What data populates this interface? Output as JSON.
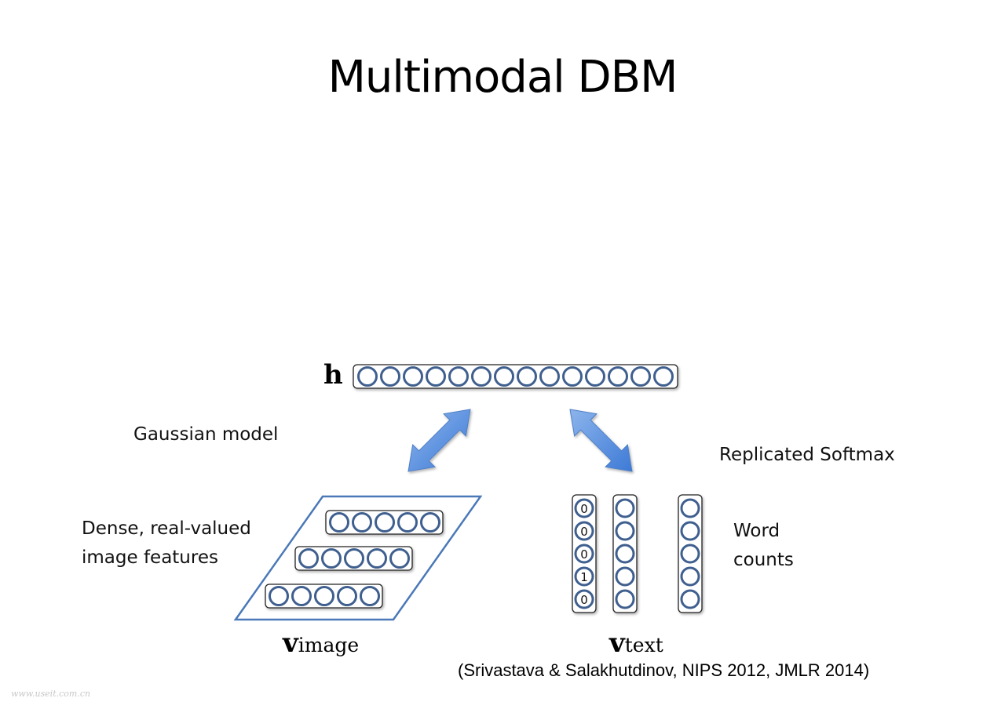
{
  "slide": {
    "title": "Multimodal DBM",
    "citation": "(Srivastava & Salakhutdinov, NIPS 2012, JMLR 2014)",
    "watermark": "www.useit.com.cn"
  },
  "layers": {
    "hidden": {
      "symbol": "h",
      "units": 14
    },
    "image": {
      "symbol": "v",
      "subscript": "image",
      "rows": 3,
      "units_per_row": 5
    },
    "text": {
      "symbol": "v",
      "subscript": "text",
      "columns": 3,
      "units_per_column": 5,
      "first_column_values": [
        "0",
        "0",
        "0",
        "1",
        "0"
      ]
    }
  },
  "labels": {
    "gaussian_model": "Gaussian model",
    "replicated_softmax": "Replicated Softmax",
    "image_features_line1": "Dense, real-valued",
    "image_features_line2": "image features",
    "word_counts_line1": "Word",
    "word_counts_line2": "counts"
  },
  "colors": {
    "unit_stroke": "#3f5f8f",
    "plane_stroke": "#4a78b8",
    "arrow_fill_light": "#8cb4ec",
    "arrow_fill_dark": "#3d7ad6",
    "arrow_stroke": "#4f7fc5"
  }
}
